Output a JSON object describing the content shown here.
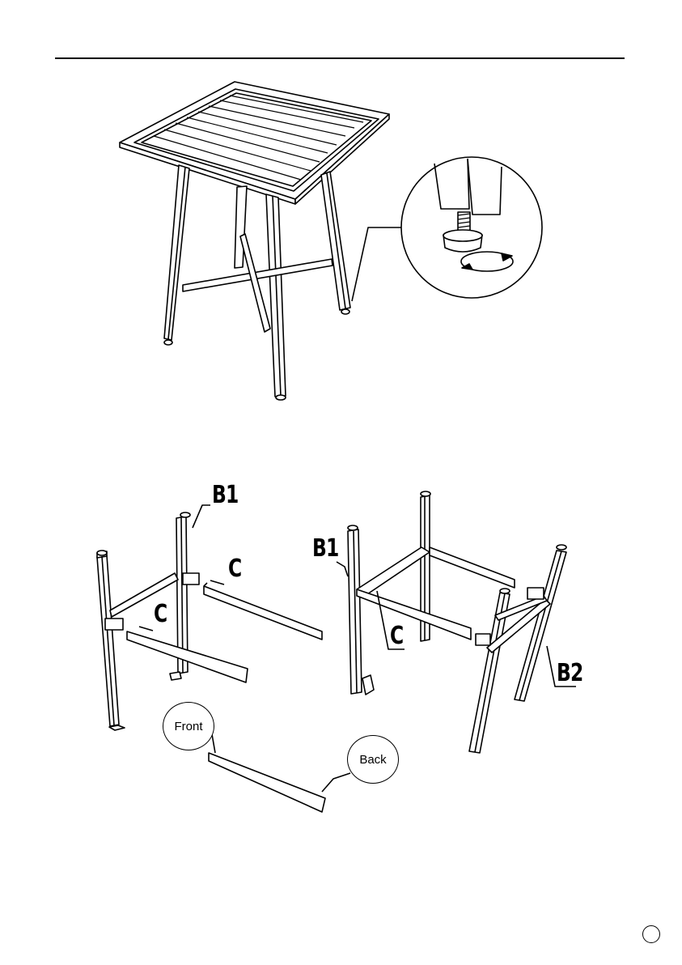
{
  "labels": {
    "b1_left": "B1",
    "c_upper": "C",
    "c_lower": "C",
    "b1_right": "B1",
    "c_right": "C",
    "b2": "B2"
  },
  "bubbles": {
    "front": "Front",
    "back": "Back"
  }
}
